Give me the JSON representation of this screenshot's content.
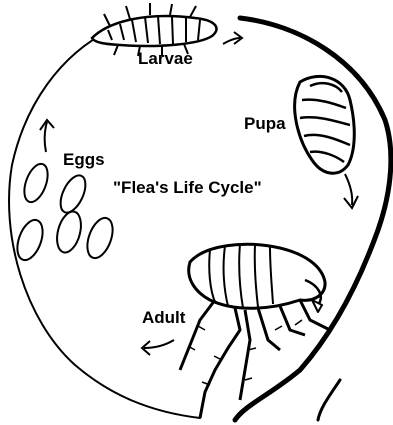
{
  "diagram": {
    "title": "\"Flea's Life Cycle\"",
    "stages": {
      "eggs": "Eggs",
      "larvae": "Larvae",
      "pupa": "Pupa",
      "adult": "Adult"
    }
  }
}
